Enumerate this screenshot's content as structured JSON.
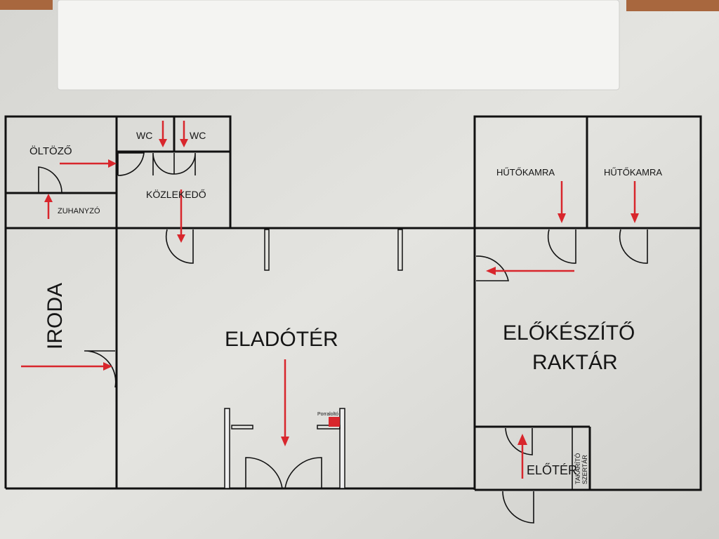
{
  "title": "Floor plan",
  "colors": {
    "wall": "#111111",
    "arrow": "#d8262c",
    "paper": "#e2e2de"
  },
  "rooms": {
    "oltozo": "ÖLTÖZŐ",
    "zuhanyzo": "ZUHANYZÓ",
    "wc1": "WC",
    "wc2": "WC",
    "kozlekedo": "KÖZLEKEDŐ",
    "iroda": "IRODA",
    "eladoter": "ELADÓTÉR",
    "hutokamra1": "HŰTŐKAMRA",
    "hutokamra2": "HŰTŐKAMRA",
    "elokeszito_line1": "ELŐKÉSZÍTŐ",
    "elokeszito_line2": "RAKTÁR",
    "eloter": "ELŐTÉR",
    "takarito_line1": "TAKARÍTÓ",
    "takarito_line2": "SZERTÁR"
  },
  "markers": {
    "extinguisher": "Porraloltó"
  }
}
